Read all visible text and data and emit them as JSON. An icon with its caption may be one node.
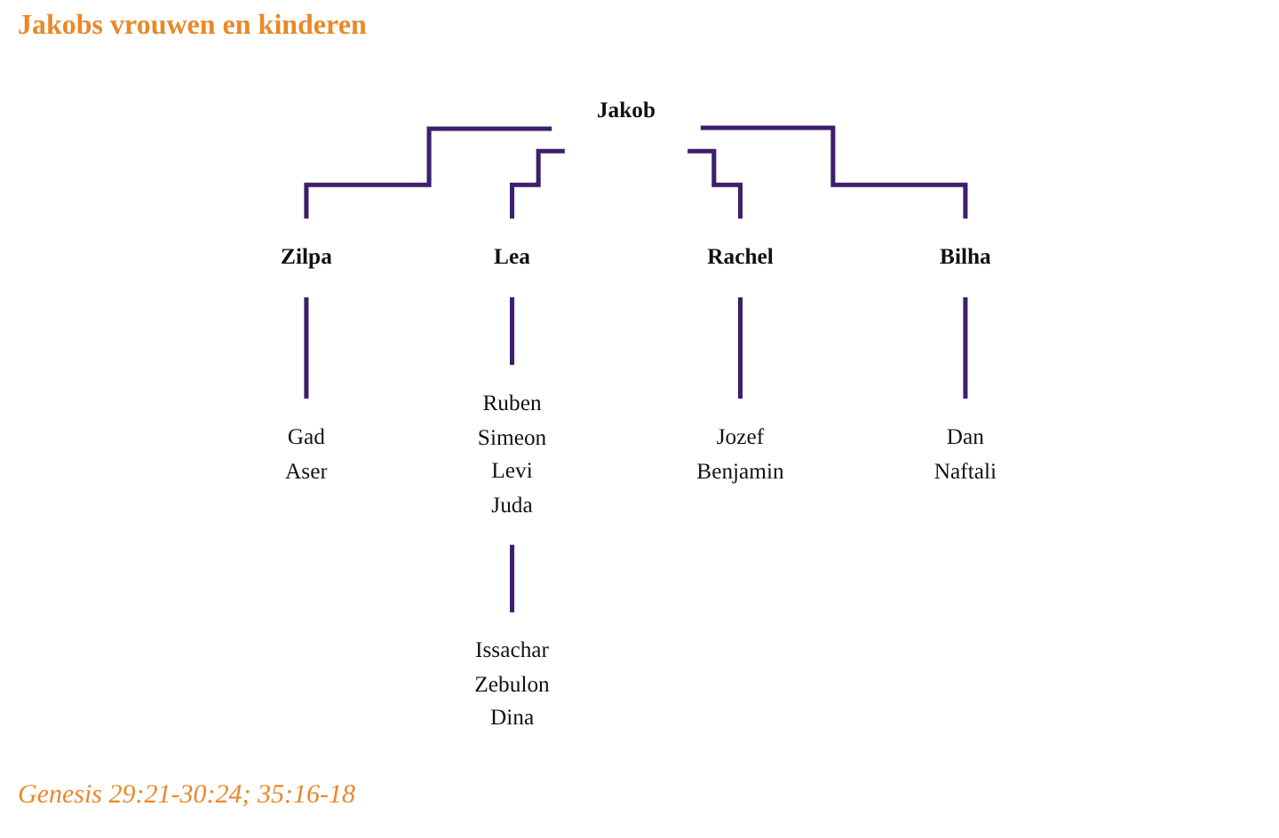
{
  "diagram": {
    "title": "Jakobs vrouwen en kinderen",
    "caption": "Genesis 29:21-30:24; 35:16-18",
    "nodes": [
      {
        "text": [
          "Jakob"
        ]
      },
      {
        "text": [
          "Zilpa"
        ]
      },
      {
        "text": [
          "Lea"
        ]
      },
      {
        "text": [
          "Rachel"
        ]
      },
      {
        "text": [
          "Bilha"
        ]
      },
      {
        "text": [
          "Gad",
          "Aser"
        ]
      },
      {
        "text": [
          "Ruben",
          "Simeon",
          "Levi",
          "Juda"
        ]
      },
      {
        "text": [
          "Issachar",
          "Zebulon",
          "Dina"
        ]
      },
      {
        "text": [
          "Jozef",
          "Benjamin"
        ]
      },
      {
        "text": [
          "Dan",
          "Naftali"
        ]
      }
    ],
    "edges": [
      {
        "from": 0,
        "to": 1,
        "arrow": "none"
      },
      {
        "from": 0,
        "to": 2,
        "arrow": "none"
      },
      {
        "from": 0,
        "to": 3,
        "arrow": "none"
      },
      {
        "from": 0,
        "to": 4,
        "arrow": "none"
      },
      {
        "from": 1,
        "to": 5,
        "arrow": "none"
      },
      {
        "from": 2,
        "to": 6,
        "arrow": "none"
      },
      {
        "from": 6,
        "to": 7,
        "arrow": "none"
      },
      {
        "from": 3,
        "to": 8,
        "arrow": "none"
      },
      {
        "from": 4,
        "to": 9,
        "arrow": "none"
      }
    ]
  }
}
